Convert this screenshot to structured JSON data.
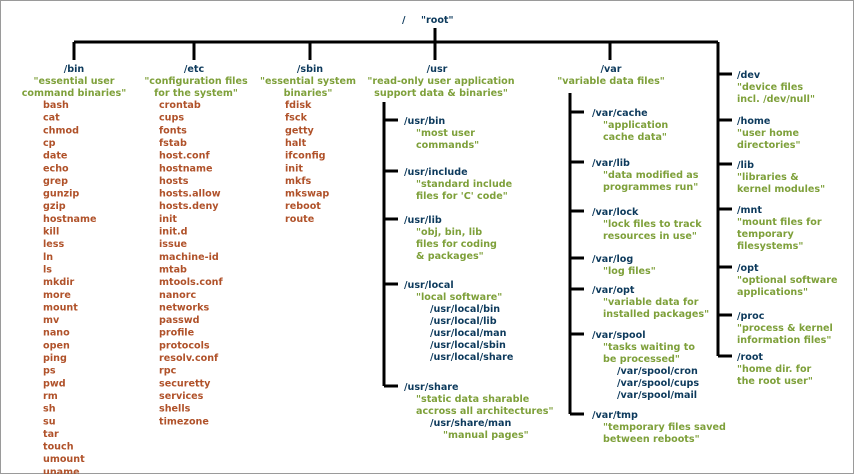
{
  "root": {
    "name": "/",
    "desc": "\"root\""
  },
  "top_dirs": [
    {
      "name": "/bin",
      "desc": [
        "\"essential user",
        "command binaries\""
      ],
      "files": [
        "bash",
        "cat",
        "chmod",
        "cp",
        "date",
        "echo",
        "grep",
        "gunzip",
        "gzip",
        "hostname",
        "kill",
        "less",
        "ln",
        "ls",
        "mkdir",
        "more",
        "mount",
        "mv",
        "nano",
        "open",
        "ping",
        "ps",
        "pwd",
        "rm",
        "sh",
        "su",
        "tar",
        "touch",
        "umount",
        "uname"
      ]
    },
    {
      "name": "/etc",
      "desc": [
        "\"configuration files",
        "for the system\""
      ],
      "files": [
        "crontab",
        "cups",
        "fonts",
        "fstab",
        "host.conf",
        "hostname",
        "hosts",
        "hosts.allow",
        "hosts.deny",
        "init",
        "init.d",
        "issue",
        "machine-id",
        "mtab",
        "mtools.conf",
        "nanorc",
        "networks",
        "passwd",
        "profile",
        "protocols",
        "resolv.conf",
        "rpc",
        "securetty",
        "services",
        "shells",
        "timezone"
      ]
    },
    {
      "name": "/sbin",
      "desc": [
        "\"essential system",
        "binaries\""
      ],
      "files": [
        "fdisk",
        "fsck",
        "getty",
        "halt",
        "ifconfig",
        "init",
        "mkfs",
        "mkswap",
        "reboot",
        "route"
      ]
    },
    {
      "name": "/usr",
      "desc": [
        "\"read-only user application",
        "support data & binaries\""
      ]
    },
    {
      "name": "/var",
      "desc": [
        "\"variable data files\""
      ]
    }
  ],
  "usr_children": [
    {
      "name": "/usr/bin",
      "desc": [
        "\"most user",
        "commands\""
      ],
      "subs": []
    },
    {
      "name": "/usr/include",
      "desc": [
        "\"standard include",
        "files for 'C' code\""
      ],
      "subs": []
    },
    {
      "name": "/usr/lib",
      "desc": [
        "\"obj, bin, lib",
        "files for coding",
        "& packages\""
      ],
      "subs": []
    },
    {
      "name": "/usr/local",
      "desc": [
        "\"local software\""
      ],
      "subs": [
        "/usr/local/bin",
        "/usr/local/lib",
        "/usr/local/man",
        "/usr/local/sbin",
        "/usr/local/share"
      ]
    },
    {
      "name": "/usr/share",
      "desc": [
        "\"static data sharable",
        "accross all architectures\""
      ],
      "subs": [
        "/usr/share/man"
      ],
      "subdesc": "\"manual pages\""
    }
  ],
  "var_children": [
    {
      "name": "/var/cache",
      "desc": [
        "\"application",
        "cache data\""
      ],
      "subs": []
    },
    {
      "name": "/var/lib",
      "desc": [
        "\"data modified as",
        "programmes run\""
      ],
      "subs": []
    },
    {
      "name": "/var/lock",
      "desc": [
        "\"lock files to track",
        "resources in use\""
      ],
      "subs": []
    },
    {
      "name": "/var/log",
      "desc": [
        "\"log files\""
      ],
      "subs": []
    },
    {
      "name": "/var/opt",
      "desc": [
        "\"variable data for",
        "installed packages\""
      ],
      "subs": []
    },
    {
      "name": "/var/spool",
      "desc": [
        "\"tasks waiting to",
        "be processed\""
      ],
      "subs": [
        "/var/spool/cron",
        "/var/spool/cups",
        "/var/spool/mail"
      ]
    },
    {
      "name": "/var/tmp",
      "desc": [
        "\"temporary files saved",
        "between reboots\""
      ],
      "subs": []
    }
  ],
  "right_dirs": [
    {
      "name": "/dev",
      "desc": [
        "\"device files",
        "incl. /dev/null\""
      ]
    },
    {
      "name": "/home",
      "desc": [
        "\"user home",
        "directories\""
      ]
    },
    {
      "name": "/lib",
      "desc": [
        "\"libraries &",
        "kernel modules\""
      ]
    },
    {
      "name": "/mnt",
      "desc": [
        "\"mount files for",
        "temporary",
        "filesystems\""
      ]
    },
    {
      "name": "/opt",
      "desc": [
        "\"optional software",
        "applications\""
      ]
    },
    {
      "name": "/proc",
      "desc": [
        "\"process & kernel",
        "information files\""
      ]
    },
    {
      "name": "/root",
      "desc": [
        "\"home dir. for",
        "the root user\""
      ]
    }
  ]
}
